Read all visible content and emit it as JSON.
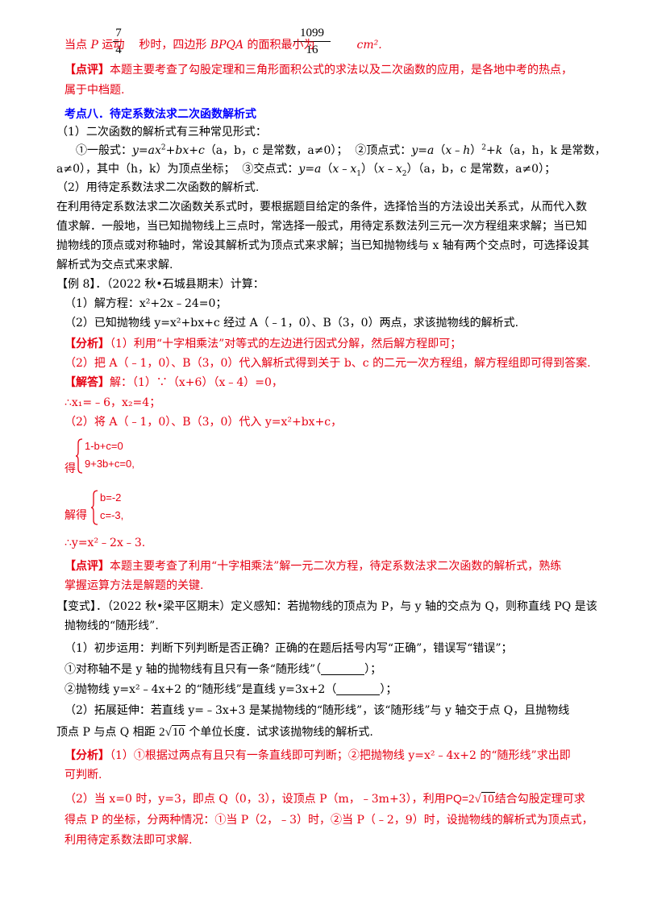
{
  "frac1": {
    "num": "7",
    "den": "4"
  },
  "frac2": {
    "num": "1099",
    "den": "16"
  },
  "l1": {
    "a": "当点",
    "b": "运动",
    "c": "秒时，四边形",
    "d": "的面积最小为",
    "e": "cm²."
  },
  "l2": {
    "tag": "【点评】",
    "text": "本题主要考查了勾股定理和三角形面积公式的求法以及二次函数的应用，是各地中考的热点，"
  },
  "l3": "属于中档题.",
  "heading": "考点八．待定系数法求二次函数解析式",
  "l4": "（1）二次函数的解析式有三种常见形式：",
  "l5a": "①一般式：",
  "l5b": "（a，b，c 是常数，a≠0）；",
  "l5c": "②顶点式：",
  "l5d": "（a，h，k 是常数，",
  "l6a": "a≠0），其中（h，k）为顶点坐标；",
  "l6b": "③交点式：",
  "l6c": "（a，b，c 是常数，a≠0）；",
  "l7": "（2）用待定系数法求二次函数的解析式.",
  "p1": "在利用待定系数法求二次函数关系式时，要根据题目给定的条件，选择恰当的方法设出关系式，从而代入数",
  "p2": "值求解．一般地，当已知抛物线上三点时，常选择一般式，用待定系数法列三元一次方程组来求解；当已知",
  "p3": "抛物线的顶点或对称轴时，常设其解析式为顶点式来求解；当已知抛物线与 x 轴有两个交点时，可选择设其",
  "p4": "解析式为交点式来求解.",
  "ex8": "【例 8】．（2022 秋•石城县期末）计算：",
  "e1": "（1）解方程：x²+2x﹣24=0；",
  "e2": "（2）已知抛物线 y=x²+bx+c 经过 A（﹣1，0）、B（3，0）两点，求该抛物线的解析式.",
  "an1": {
    "tag": "【分析】",
    "text": "（1）利用“十字相乘法”对等式的左边进行因式分解，然后解方程即可；"
  },
  "an2": "（2）把 A（﹣1，0）、B（3，0）代入解析式得到关于 b、c 的二元一次方程组，解方程组即可得到答案.",
  "so1": {
    "tag": "【解答】",
    "text": "解：（1）∵（x+6）（x﹣4）=0，"
  },
  "so2": "∴x₁=﹣6，x₂=4；",
  "so3": "（2）将 A（﹣1，0）、B（3，0）代入 y=x²+bx+c，",
  "sys1": {
    "pre": "得",
    "r1": "1-b+c=0",
    "r2": "9+3b+c=0,"
  },
  "sys2": {
    "pre": "解得",
    "r1": "b=-2",
    "r2": "c=-3,"
  },
  "so4": "∴y=x²﹣2x﹣3.",
  "cm1": {
    "tag": "【点评】",
    "text": "本题主要考查了利用“十字相乘法”解一元二次方程，待定系数法求二次函数的解析式，熟练"
  },
  "cm2": "掌握运算方法是解题的关键.",
  "v1": "【变式】．（2022 秋•梁平区期末）定义感知：若抛物线的顶点为 P，与 y 轴的交点为 Q，则称直线 PQ 是该",
  "v2": "抛物线的“随形线”.",
  "v3": "（1）初步运用：判断下列判断是否正确？正确的在题后括号内写“正确”，错误写“错误”；",
  "v4a": "①对称轴不是 y 轴的抛物线有且只有一条“随形线”（",
  "v4b": "）；",
  "v5a": "②抛物线 y=x²﹣4x+2 的“随形线”是直线 y=3x+2（",
  "v5b": "）；",
  "v6": "（2）拓展延伸：若直线 y=﹣3x+3 是某抛物线的“随形线”，该“随形线”与 y 轴交于点 Q，且抛物线",
  "v7a": "顶点 P 与点 Q 相距",
  "v7b": "个单位长度．试求该抛物线的解析式.",
  "sqrt": {
    "coef": "2",
    "rad": "10"
  },
  "va1": {
    "tag": "【分析】",
    "text": "（1）①根据过两点有且只有一条直线即可判断；②把抛物线 y=x²﹣4x+2 的“随形线”求出即"
  },
  "va2": "可判断.",
  "va3a": "（2）当 x=0 时，y=3，即点 Q（0，3），设顶点 P（m，﹣3m+3），利用",
  "va3b": "PQ=",
  "va3c": "结合勾股定理可求",
  "va4": "得点 P 的坐标，分两种情况：①当 P（2，﹣3）时，②当 P（﹣2，9）时，设抛物线的解析式为顶点式，",
  "va5": "利用待定系数法即可求解."
}
